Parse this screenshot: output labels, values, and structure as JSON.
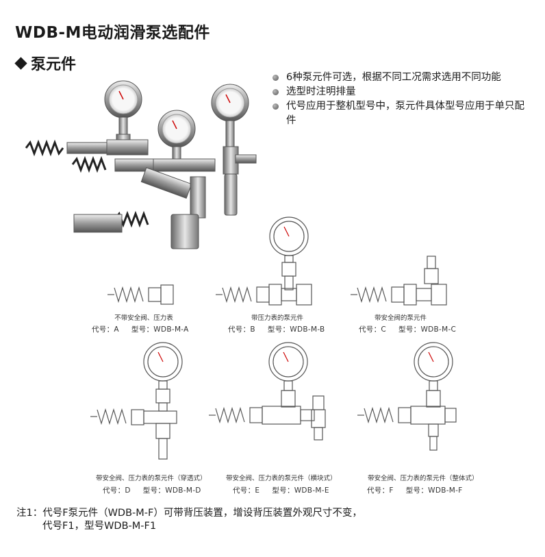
{
  "title": "WDB-M电动润滑泵选配件",
  "section": "泵元件",
  "bullets": [
    "6种泵元件可选，根据不同工况需求选用不同功能",
    "选型时注明排量",
    "代号应用于整机型号中，泵元件具体型号应用于单只配件"
  ],
  "variants": [
    {
      "caption": "不带安全阀、压力表",
      "code": "代号：A",
      "model": "型号：WDB-M-A"
    },
    {
      "caption": "带压力表的泵元件",
      "code": "代号：B",
      "model": "型号：WDB-M-B"
    },
    {
      "caption": "带安全阀的泵元件",
      "code": "代号：C",
      "model": "型号：WDB-M-C"
    },
    {
      "caption": "带安全阀、压力表的泵元件（穿透式）",
      "code": "代号：D",
      "model": "型号：WDB-M-D"
    },
    {
      "caption": "带安全阀、压力表的泵元件（横块式）",
      "code": "代号：E",
      "model": "型号：WDB-M-E"
    },
    {
      "caption": "带安全阀、压力表的泵元件（整体式）",
      "code": "代号：F",
      "model": "型号：WDB-M-F"
    }
  ],
  "note": {
    "line1": "注1：代号F泵元件（WDB-M-F）可带背压装置，增设背压装置外观尺寸不变，",
    "line2": "代号F1，型号WDB-M-F1"
  },
  "colors": {
    "text": "#1a1a1a",
    "metal": "#9a9a9a",
    "line": "#555555"
  }
}
